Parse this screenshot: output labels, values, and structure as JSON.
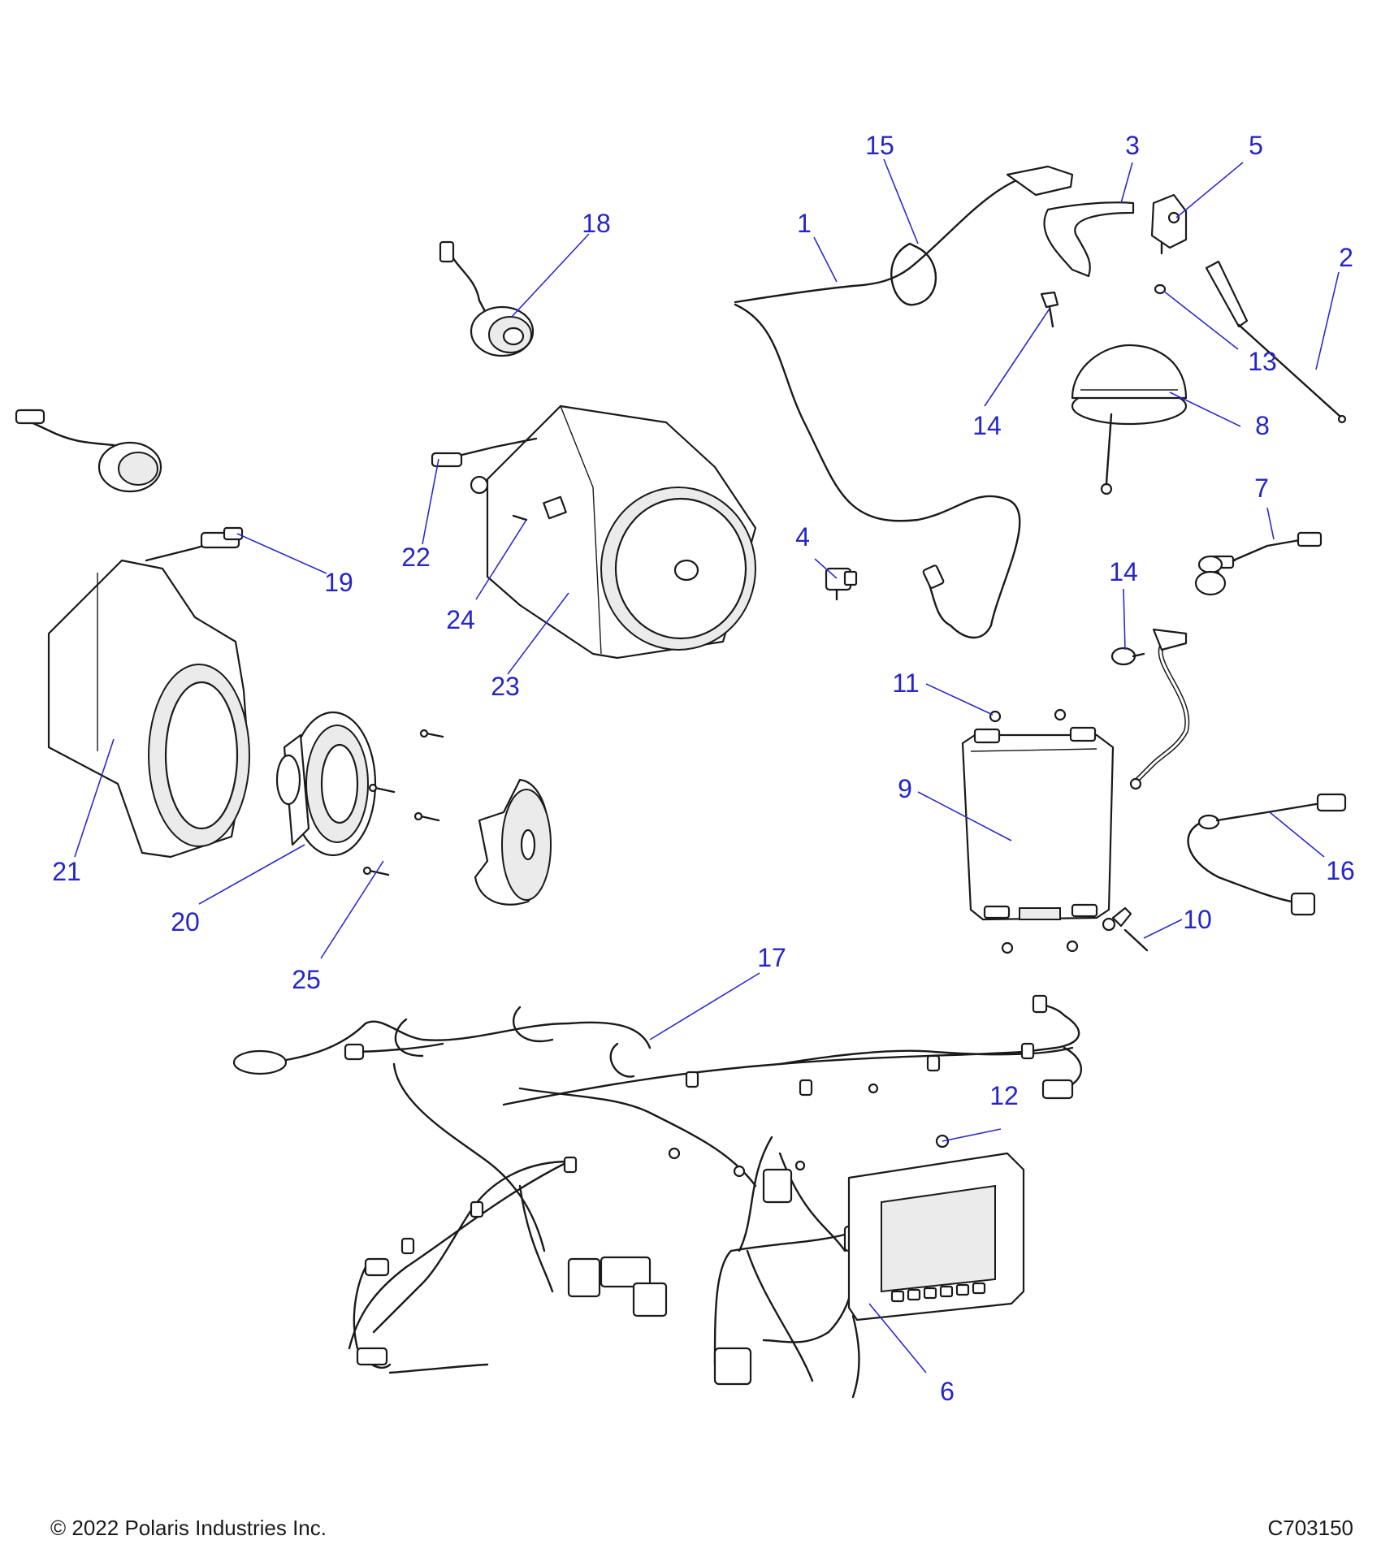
{
  "callouts": [
    {
      "id": "1",
      "label": "1"
    },
    {
      "id": "2",
      "label": "2"
    },
    {
      "id": "3",
      "label": "3"
    },
    {
      "id": "4",
      "label": "4"
    },
    {
      "id": "5",
      "label": "5"
    },
    {
      "id": "6",
      "label": "6"
    },
    {
      "id": "7",
      "label": "7"
    },
    {
      "id": "8",
      "label": "8"
    },
    {
      "id": "9",
      "label": "9"
    },
    {
      "id": "10",
      "label": "10"
    },
    {
      "id": "11",
      "label": "11"
    },
    {
      "id": "12",
      "label": "12"
    },
    {
      "id": "13",
      "label": "13"
    },
    {
      "id": "14a",
      "label": "14"
    },
    {
      "id": "14b",
      "label": "14"
    },
    {
      "id": "15",
      "label": "15"
    },
    {
      "id": "16",
      "label": "16"
    },
    {
      "id": "17",
      "label": "17"
    },
    {
      "id": "18",
      "label": "18"
    },
    {
      "id": "19",
      "label": "19"
    },
    {
      "id": "20",
      "label": "20"
    },
    {
      "id": "21",
      "label": "21"
    },
    {
      "id": "22",
      "label": "22"
    },
    {
      "id": "23",
      "label": "23"
    },
    {
      "id": "24",
      "label": "24"
    },
    {
      "id": "25",
      "label": "25"
    }
  ],
  "footer": {
    "copyright": "© 2022 Polaris Industries Inc.",
    "drawing_id": "C703150"
  },
  "colors": {
    "callout": "#2525c8",
    "line_art": "#1a1a1a",
    "background": "#ffffff"
  }
}
